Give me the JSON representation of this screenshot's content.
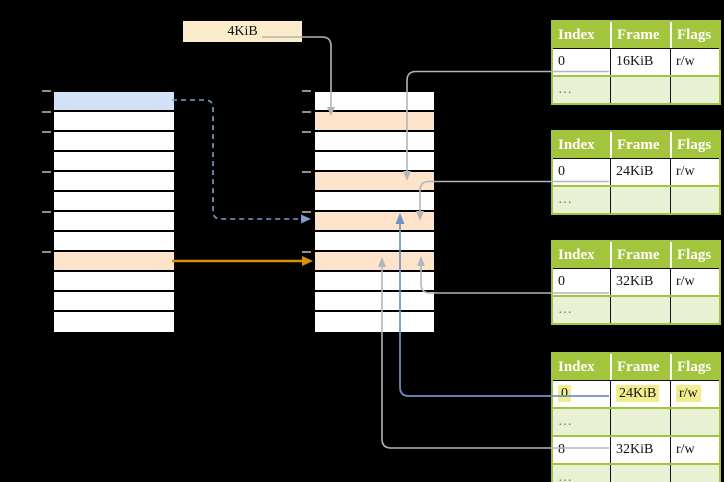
{
  "size_label": "4KiB",
  "memory": {
    "virtual_column": {
      "rows": 12,
      "blue_row": 1,
      "orange_row": 9,
      "tick_count": 6
    },
    "physical_column": {
      "rows": 12,
      "orange_rows": [
        2,
        5,
        7,
        9
      ],
      "tick_count": 6
    }
  },
  "page_tables": [
    {
      "headers": [
        "Index",
        "Frame",
        "Flags"
      ],
      "rows": [
        {
          "index": "0",
          "frame": "16KiB",
          "flags": "r/w",
          "highlighted": false
        },
        {
          "index": "…",
          "frame": "",
          "flags": "",
          "highlighted": false
        }
      ]
    },
    {
      "headers": [
        "Index",
        "Frame",
        "Flags"
      ],
      "rows": [
        {
          "index": "0",
          "frame": "24KiB",
          "flags": "r/w",
          "highlighted": false
        },
        {
          "index": "…",
          "frame": "",
          "flags": "",
          "highlighted": false
        }
      ]
    },
    {
      "headers": [
        "Index",
        "Frame",
        "Flags"
      ],
      "rows": [
        {
          "index": "0",
          "frame": "32KiB",
          "flags": "r/w",
          "highlighted": false
        },
        {
          "index": "…",
          "frame": "",
          "flags": "",
          "highlighted": false
        }
      ]
    },
    {
      "headers": [
        "Index",
        "Frame",
        "Flags"
      ],
      "rows": [
        {
          "index": "0",
          "frame": "24KiB",
          "flags": "r/w",
          "highlighted": true
        },
        {
          "index": "…",
          "frame": "",
          "flags": "",
          "highlighted": false
        },
        {
          "index": "8",
          "frame": "32KiB",
          "flags": "r/w",
          "highlighted": false
        },
        {
          "index": "…",
          "frame": "",
          "flags": "",
          "highlighted": false
        }
      ]
    }
  ],
  "connections": [
    {
      "from": "4KiB size label",
      "to": "physical row 2",
      "style": "gray"
    },
    {
      "from": "page table 1 row 0 (16KiB)",
      "to": "physical row 5",
      "style": "gray"
    },
    {
      "from": "page table 2 row 0 (24KiB)",
      "to": "physical row 7",
      "style": "gray"
    },
    {
      "from": "page table 3 row 0 (32KiB)",
      "to": "physical row 9",
      "style": "gray"
    },
    {
      "from": "page table 4 row 0 (24KiB)",
      "to": "physical row 7",
      "style": "blue"
    },
    {
      "from": "page table 4 row 8 (32KiB)",
      "to": "physical row 9",
      "style": "gray"
    },
    {
      "from": "virtual row 1 (blue)",
      "to": "physical row 7",
      "style": "blue-dashed"
    },
    {
      "from": "virtual row 9 (orange)",
      "to": "physical row 9",
      "style": "orange"
    }
  ],
  "colors": {
    "background": "#000000",
    "table_header_green": "#a3c43d",
    "table_dots_row_green": "#e9f1d5",
    "memory_orange": "#fde3c9",
    "memory_blue": "#d3e1f6",
    "label_cream": "#fbeccb",
    "highlight_yellow": "#f2ee8d",
    "arrow_gray": "#b4b4bc",
    "arrow_blue": "#6f94c6",
    "arrow_blue_dashed": "#7d9ed2",
    "arrow_orange": "#d79400"
  }
}
